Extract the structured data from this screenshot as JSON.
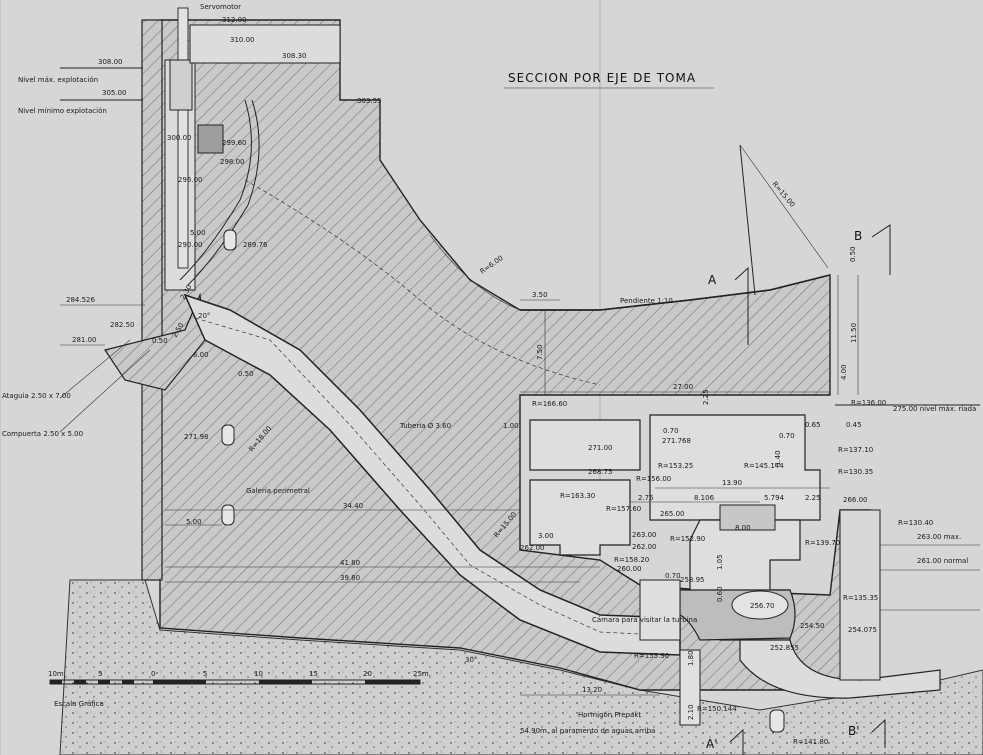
{
  "title": "SECCION  POR EJE DE TOMA",
  "section_marks": {
    "a": "A",
    "a_prime": "A'",
    "b": "B",
    "b_prime": "B'"
  },
  "labels": {
    "servomotor": "Servomotor",
    "nivel_max": "Nivel máx. explotación",
    "nivel_min": "Nivel mínimo explotación",
    "ataguia": "Ataguia 2.50 x 7.00",
    "compuerta": "Compuerta  2.50 x 5.00",
    "tuberia": "Tubería Ø 3.60",
    "galeria": "Galería perimetral",
    "pendiente": "Pendiente  1:10",
    "camara": "Cámara para visitar la turbina",
    "hormigon": "Hormigón Prepakt",
    "paramento": "54.90m. al paramento de aguas arriba",
    "nivel_riada": "275.00  nivel máx. riada",
    "max_tail": "263.00 max.",
    "normal_tail": "261.00 normal",
    "escala": "Escala Gráfica"
  },
  "elevations": {
    "e312": "312.00",
    "e310": "310.00",
    "e308_30": "308.30",
    "e308": "308.00",
    "e305": "305.00",
    "e303_55": "303.55",
    "e300": "300.00",
    "e299_60": "299.60",
    "e298": "298.00",
    "e296": "296.00",
    "e290": "290.00",
    "e289_76": "289.76",
    "e284_526": "284.526",
    "e282_50": "282.50",
    "e281": "281.00",
    "e271_98": "271.98",
    "e271": "271.00",
    "e271_768": "271.768",
    "e268_75": "268.75",
    "e266": "266.00",
    "e265": "265.00",
    "e263": "263.00",
    "e262": "262.00",
    "e262b": "262.00",
    "e260": "260.00",
    "e258_95": "258.95",
    "e256_70": "256.70",
    "e254_50": "254.50",
    "e254_075": "254.075",
    "e252_855": "252.855"
  },
  "dimensions": {
    "d5_00a": "5.00",
    "d2_30": "2.30",
    "d2_50": "2.50",
    "d0_50a": "0.50",
    "d6_00": "6.00",
    "d0_50b": "0.50",
    "d5_00b": "5.00",
    "d34_40": "34.40",
    "d41_80": "41.80",
    "d39_80": "39.80",
    "d3_50": "3.50",
    "d7_50": "7.50",
    "d2_25a": "2.25",
    "d27_00": "27.00",
    "d0_50c": "0.50",
    "d11_50": "11.50",
    "d4_00": "4.00",
    "d1_00": "1.00",
    "d0_70a": "0.70",
    "d0_70b": "0.70",
    "d0_65": "0.65",
    "d0_45": "0.45",
    "d1_40": "1.40",
    "d13_90": "13.90",
    "d2_75": "2.75",
    "d8_106": "8.106",
    "d5_794": "5.794",
    "d2_25b": "2.25",
    "d8_00": "8.00",
    "d3_00": "3.00",
    "d0_70c": "0.70",
    "d13_20": "13.20",
    "d1_80": "1.80",
    "d2_10": "2.10",
    "d1_05": "1.05",
    "d0_60": "0.60",
    "a30": "30°",
    "a20": "20°"
  },
  "radii": {
    "r6": "R=6.00",
    "r15": "R=15.00",
    "r18": "R=18.00",
    "r15b": "R=15.00",
    "r166_60": "R=166.60",
    "r136": "R=136.00",
    "r137_10": "R=137.10",
    "r153_25": "R=153.25",
    "r145_144": "R=145.144",
    "r156": "R=156.00",
    "r130_35": "R=130.35",
    "r163_30": "R=163.30",
    "r157_60": "R=157.60",
    "r152_90": "R=152.90",
    "r139_70": "R=139.70",
    "r158_20": "R=158.20",
    "r130_40": "R=130.40",
    "r135_35": "R=135.35",
    "r155_90": "R=155.90",
    "r150_144": "R=150.144",
    "r141_80": "R=141.80"
  },
  "scale": {
    "ticks": [
      "10m",
      "5",
      "0",
      "5",
      "10",
      "15",
      "20",
      "25m."
    ]
  }
}
